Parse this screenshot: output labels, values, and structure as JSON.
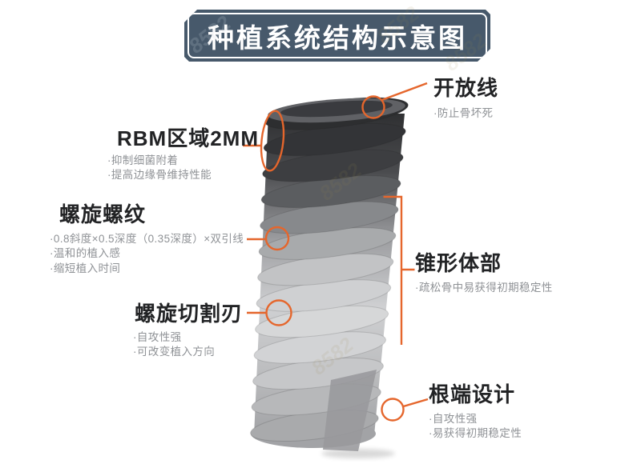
{
  "title": "种植系统结构示意图",
  "watermark": {
    "text": "8582"
  },
  "colors": {
    "accent": "#e5662c",
    "title_box": "#47596b",
    "heading_text": "#222325",
    "bullet_text": "#8f9296"
  },
  "annotations": {
    "open_line": {
      "heading": "开放线",
      "bullets": [
        "·防止骨坏死"
      ]
    },
    "rbm": {
      "heading": "RBM区域2MM",
      "bullets": [
        "·抑制细菌附着",
        "·提高边缘骨维持性能"
      ]
    },
    "helical_thread": {
      "heading": "螺旋螺纹",
      "bullets": [
        "·0.8斜度×0.5深度（0.35深度）×双引线",
        "·温和的植入感",
        "·缩短植入时间"
      ]
    },
    "helical_cutting_edge": {
      "heading": "螺旋切割刃",
      "bullets": [
        "·自攻性强",
        "·可改变植入方向"
      ]
    },
    "tapered_body": {
      "heading": "锥形体部",
      "bullets": [
        "·疏松骨中易获得初期稳定性"
      ]
    },
    "apex_design": {
      "heading": "根端设计",
      "bullets": [
        "·自攻性强",
        "·易获得初期稳定性"
      ]
    }
  }
}
